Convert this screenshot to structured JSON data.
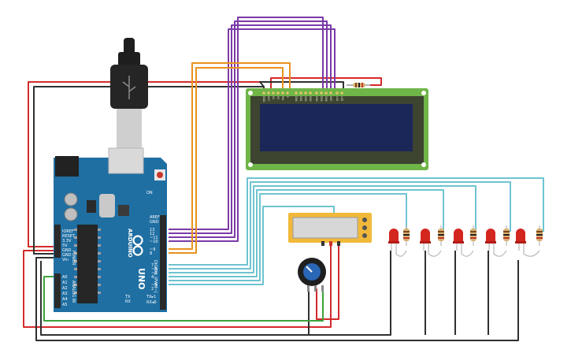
{
  "board": {
    "brand": "ARDUINO",
    "model": "UNO",
    "digital_header": "DIGITAL (PWM~)",
    "power_header": "POWER",
    "analog_header": "ANALOG IN",
    "on_label": "ON",
    "tx_label": "TX",
    "rx_label": "RX",
    "digital_pins": [
      "AREF",
      "GND",
      "13",
      "12",
      "~11",
      "~10",
      "~9",
      "8",
      "7",
      "~6",
      "~5",
      "4",
      "~3",
      "2",
      "TX▸1",
      "RX◂0"
    ],
    "power_pins": [
      "IOREF",
      "RESET",
      "3.3V",
      "5V",
      "GND",
      "GND",
      "Vin"
    ],
    "analog_pins": [
      "A0",
      "A1",
      "A2",
      "A3",
      "A4",
      "A5"
    ]
  },
  "lcd": {
    "pins": [
      "GND",
      "VCC",
      "V0",
      "RS",
      "RW",
      "E",
      "DB0",
      "DB1",
      "DB2",
      "DB3",
      "DB4",
      "DB5",
      "DB6",
      "DB7",
      "LED",
      "LED"
    ]
  },
  "colors": {
    "wire_red": "#d42b2b",
    "wire_black": "#303030",
    "wire_purple": "#7b3aa6",
    "wire_orange": "#e8921e",
    "wire_teal": "#6ec4d0",
    "wire_green": "#3da33d",
    "board_blue": "#1f6fa3",
    "lcd_green": "#6fb547",
    "lcd_screen": "#1c2759",
    "led_red": "#d3261f"
  },
  "components": {
    "leds": [
      {
        "name": "led-1"
      },
      {
        "name": "led-2"
      },
      {
        "name": "led-3"
      },
      {
        "name": "led-4"
      },
      {
        "name": "led-5"
      }
    ],
    "resistor_count": 6,
    "pushbutton": "pushbutton",
    "potentiometer": "potentiometer",
    "usb": "usb-cable"
  }
}
